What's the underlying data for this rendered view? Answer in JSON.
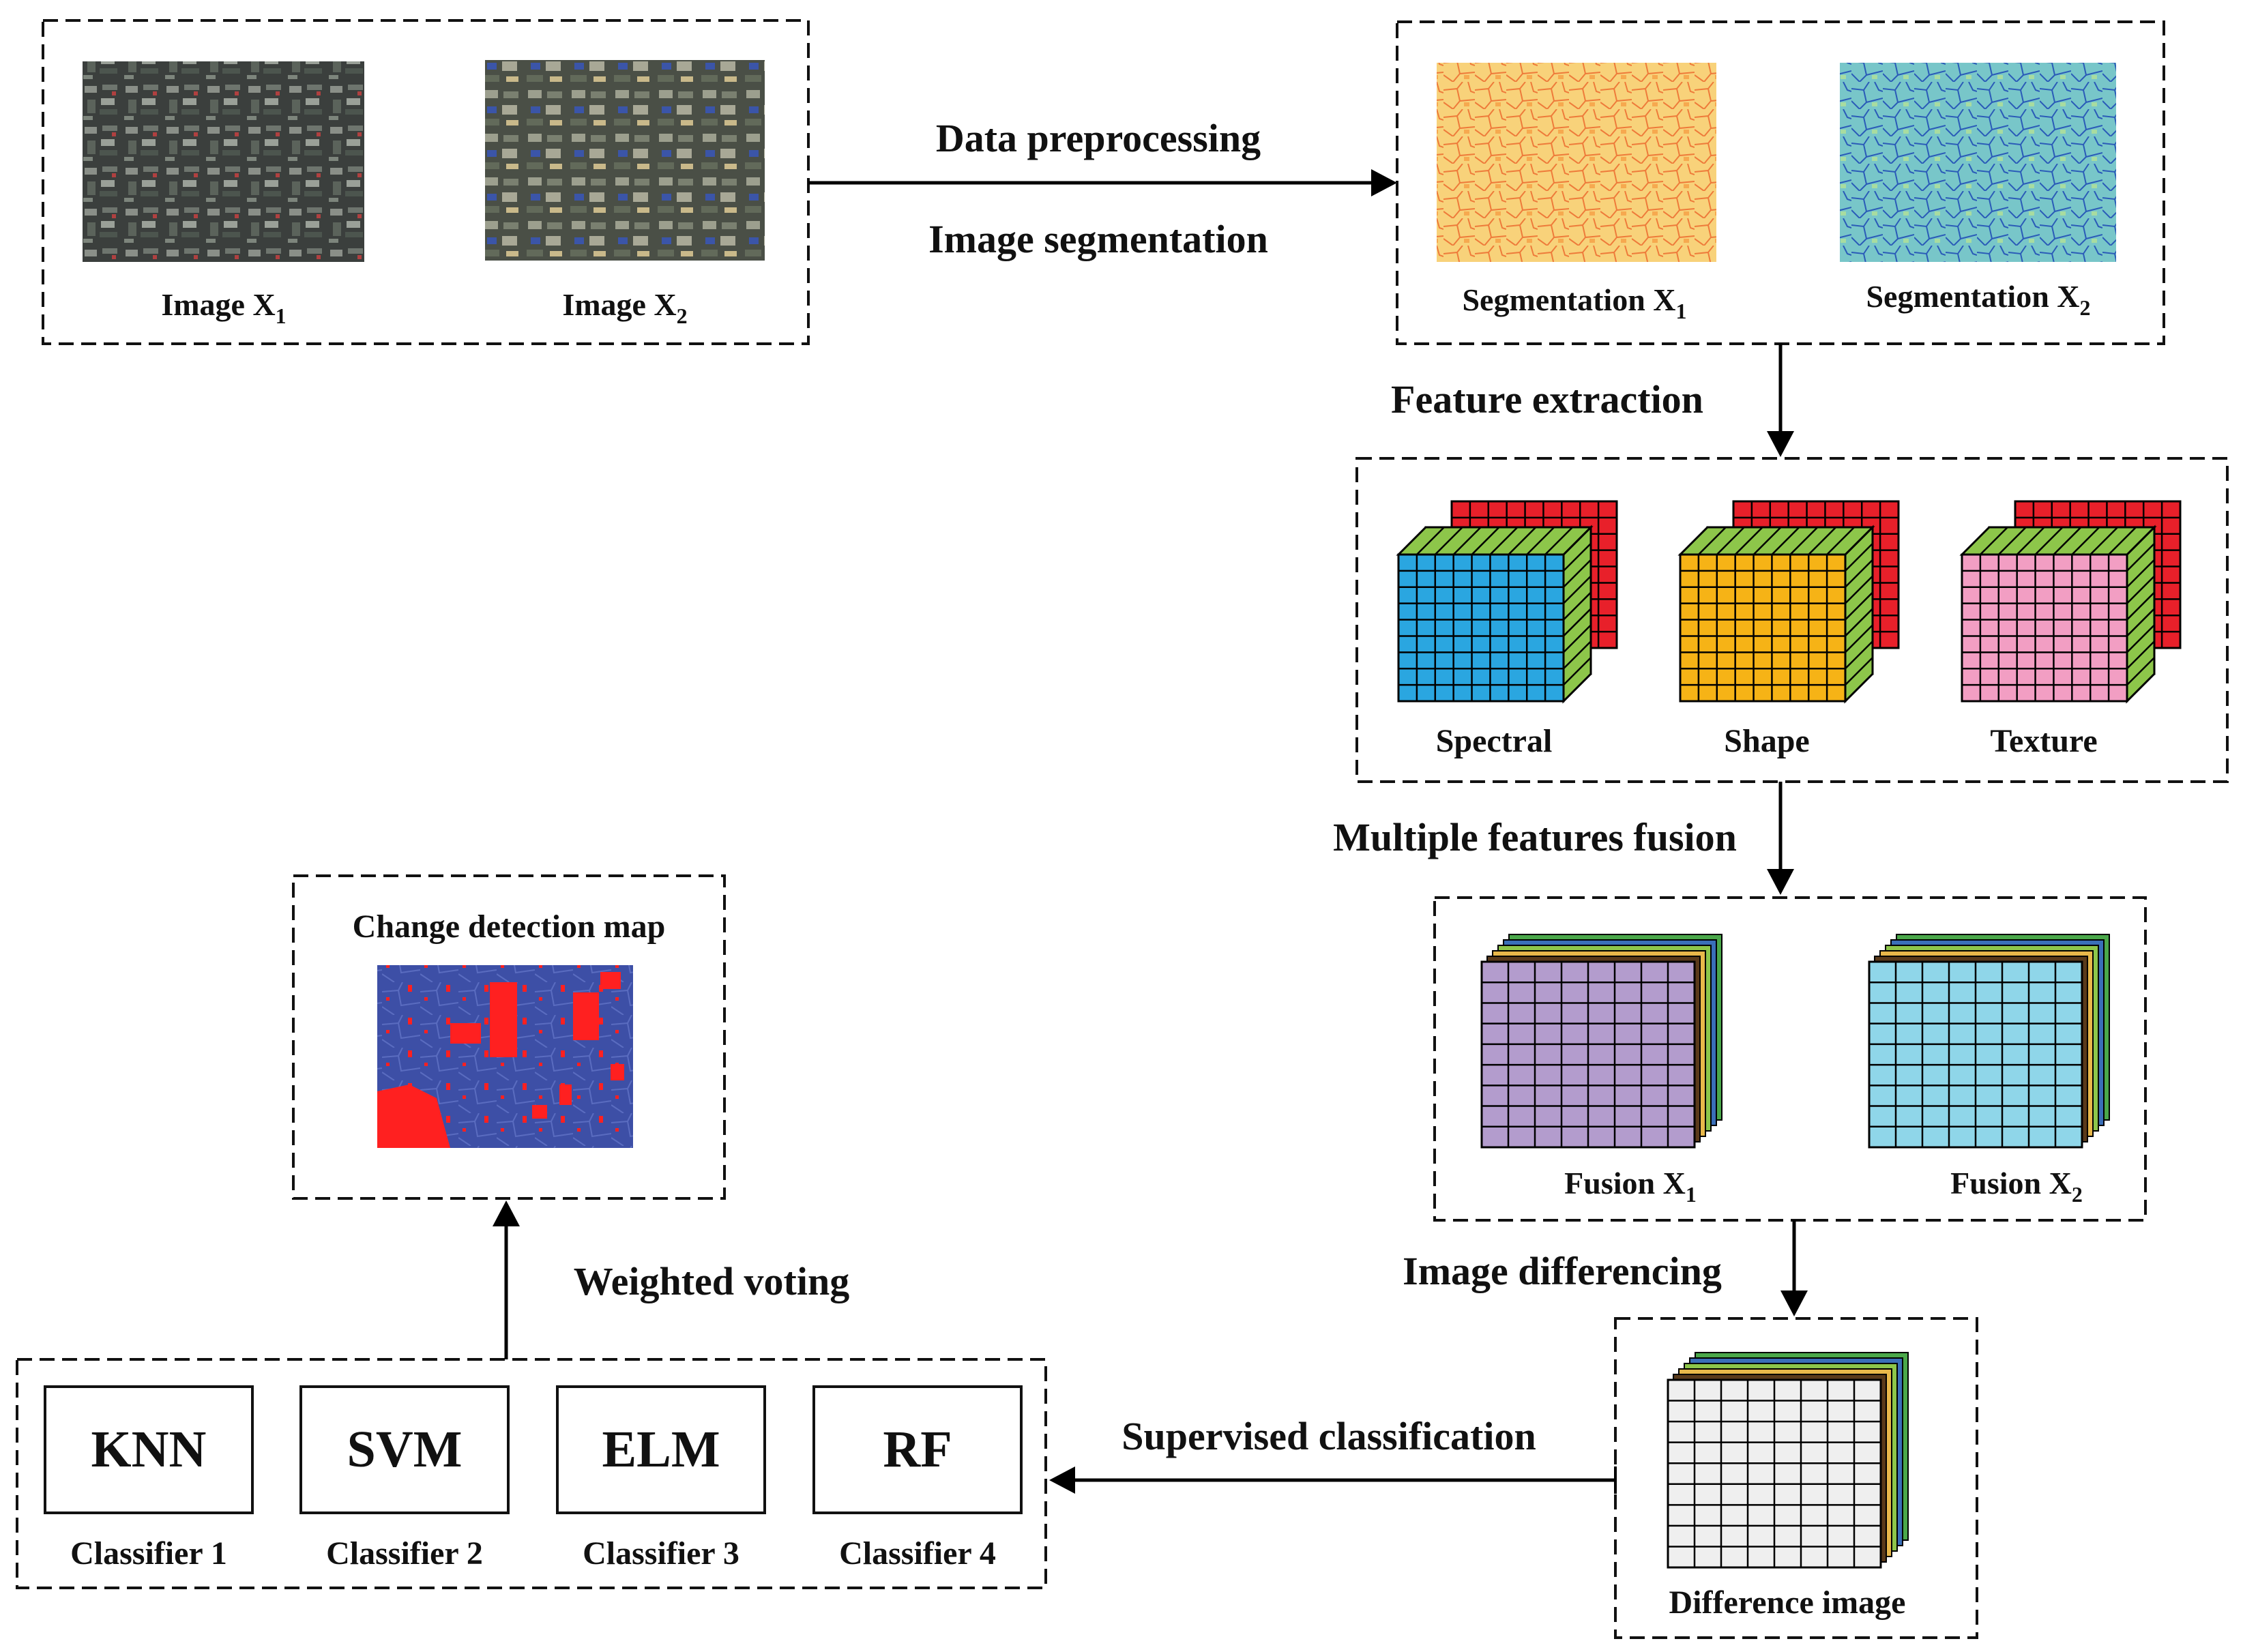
{
  "steps": {
    "data_preprocessing": "Data preprocessing",
    "image_segmentation": "Image segmentation",
    "feature_extraction": "Feature extraction",
    "multiple_features_fusion": "Multiple features fusion",
    "image_differencing": "Image differencing",
    "supervised_classification": "Supervised classification",
    "weighted_voting": "Weighted voting"
  },
  "inputs": {
    "image1": {
      "base": "Image X",
      "sub": "1"
    },
    "image2": {
      "base": "Image X",
      "sub": "2"
    }
  },
  "segmentation": {
    "seg1": {
      "base": "Segmentation X",
      "sub": "1"
    },
    "seg2": {
      "base": "Segmentation X",
      "sub": "2"
    }
  },
  "features": {
    "spectral": "Spectral",
    "shape": "Shape",
    "texture": "Texture"
  },
  "fusion": {
    "fusion1": {
      "base": "Fusion X",
      "sub": "1"
    },
    "fusion2": {
      "base": "Fusion X",
      "sub": "2"
    }
  },
  "difference": {
    "label": "Difference image"
  },
  "classifiers": [
    {
      "name": "KNN",
      "label": "Classifier 1"
    },
    {
      "name": "SVM",
      "label": "Classifier 2"
    },
    {
      "name": "ELM",
      "label": "Classifier 3"
    },
    {
      "name": "RF",
      "label": "Classifier 4"
    }
  ],
  "output": {
    "title": "Change detection map"
  },
  "colors": {
    "cube_back_red": "#e8202a",
    "cube_mid_yellow": "#f5f03a",
    "cube_mid_green": "#8dc64a",
    "spectral_front": "#2aa6e0",
    "shape_front": "#f6b316",
    "texture_front": "#f29ec3",
    "fusion1_front": "#b39ccd",
    "fusion2_front": "#8fd6e9",
    "difference_front": "#efefef",
    "map_unchanged": "#3d4fa6",
    "map_changed": "#ff2020",
    "seg1_tone": "#f7c873",
    "seg2_tone": "#6fb8d8"
  }
}
